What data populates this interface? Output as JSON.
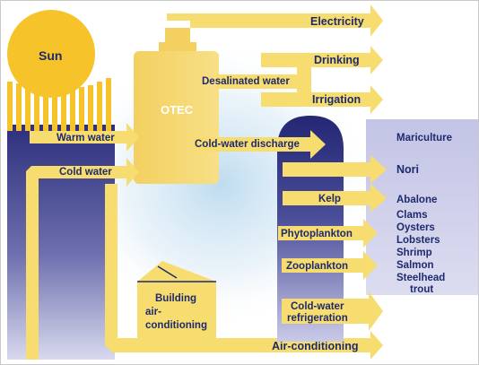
{
  "diagram": {
    "sun": "Sun",
    "otec": "OTEC",
    "warm_water": "Warm water",
    "cold_water": "Cold water",
    "electricity": "Electricity",
    "desalinated_water": "Desalinated water",
    "drinking": "Drinking",
    "irrigation": "Irrigation",
    "cold_water_discharge": "Cold-water discharge",
    "building_line1": "Building",
    "building_line2": "air-",
    "building_line3": "conditioning",
    "kelp": "Kelp",
    "phytoplankton": "Phytoplankton",
    "zooplankton": "Zooplankton",
    "refrigeration_line1": "Cold-water",
    "refrigeration_line2": "refrigeration",
    "air_conditioning": "Air-conditioning",
    "mariculture": "Mariculture",
    "nori": "Nori",
    "abalone": "Abalone",
    "clams": "Clams",
    "oysters": "Oysters",
    "lobsters": "Lobsters",
    "shrimp": "Shrimp",
    "salmon": "Salmon",
    "steelhead": "Steelhead",
    "trout": "trout"
  },
  "colors": {
    "arrow_yellow": "#f7dc6f",
    "sun_yellow": "#f6c32a",
    "navy": "#2c2f7c",
    "lavender": "#c3c4e6",
    "label_text": "#1d2a6e"
  }
}
